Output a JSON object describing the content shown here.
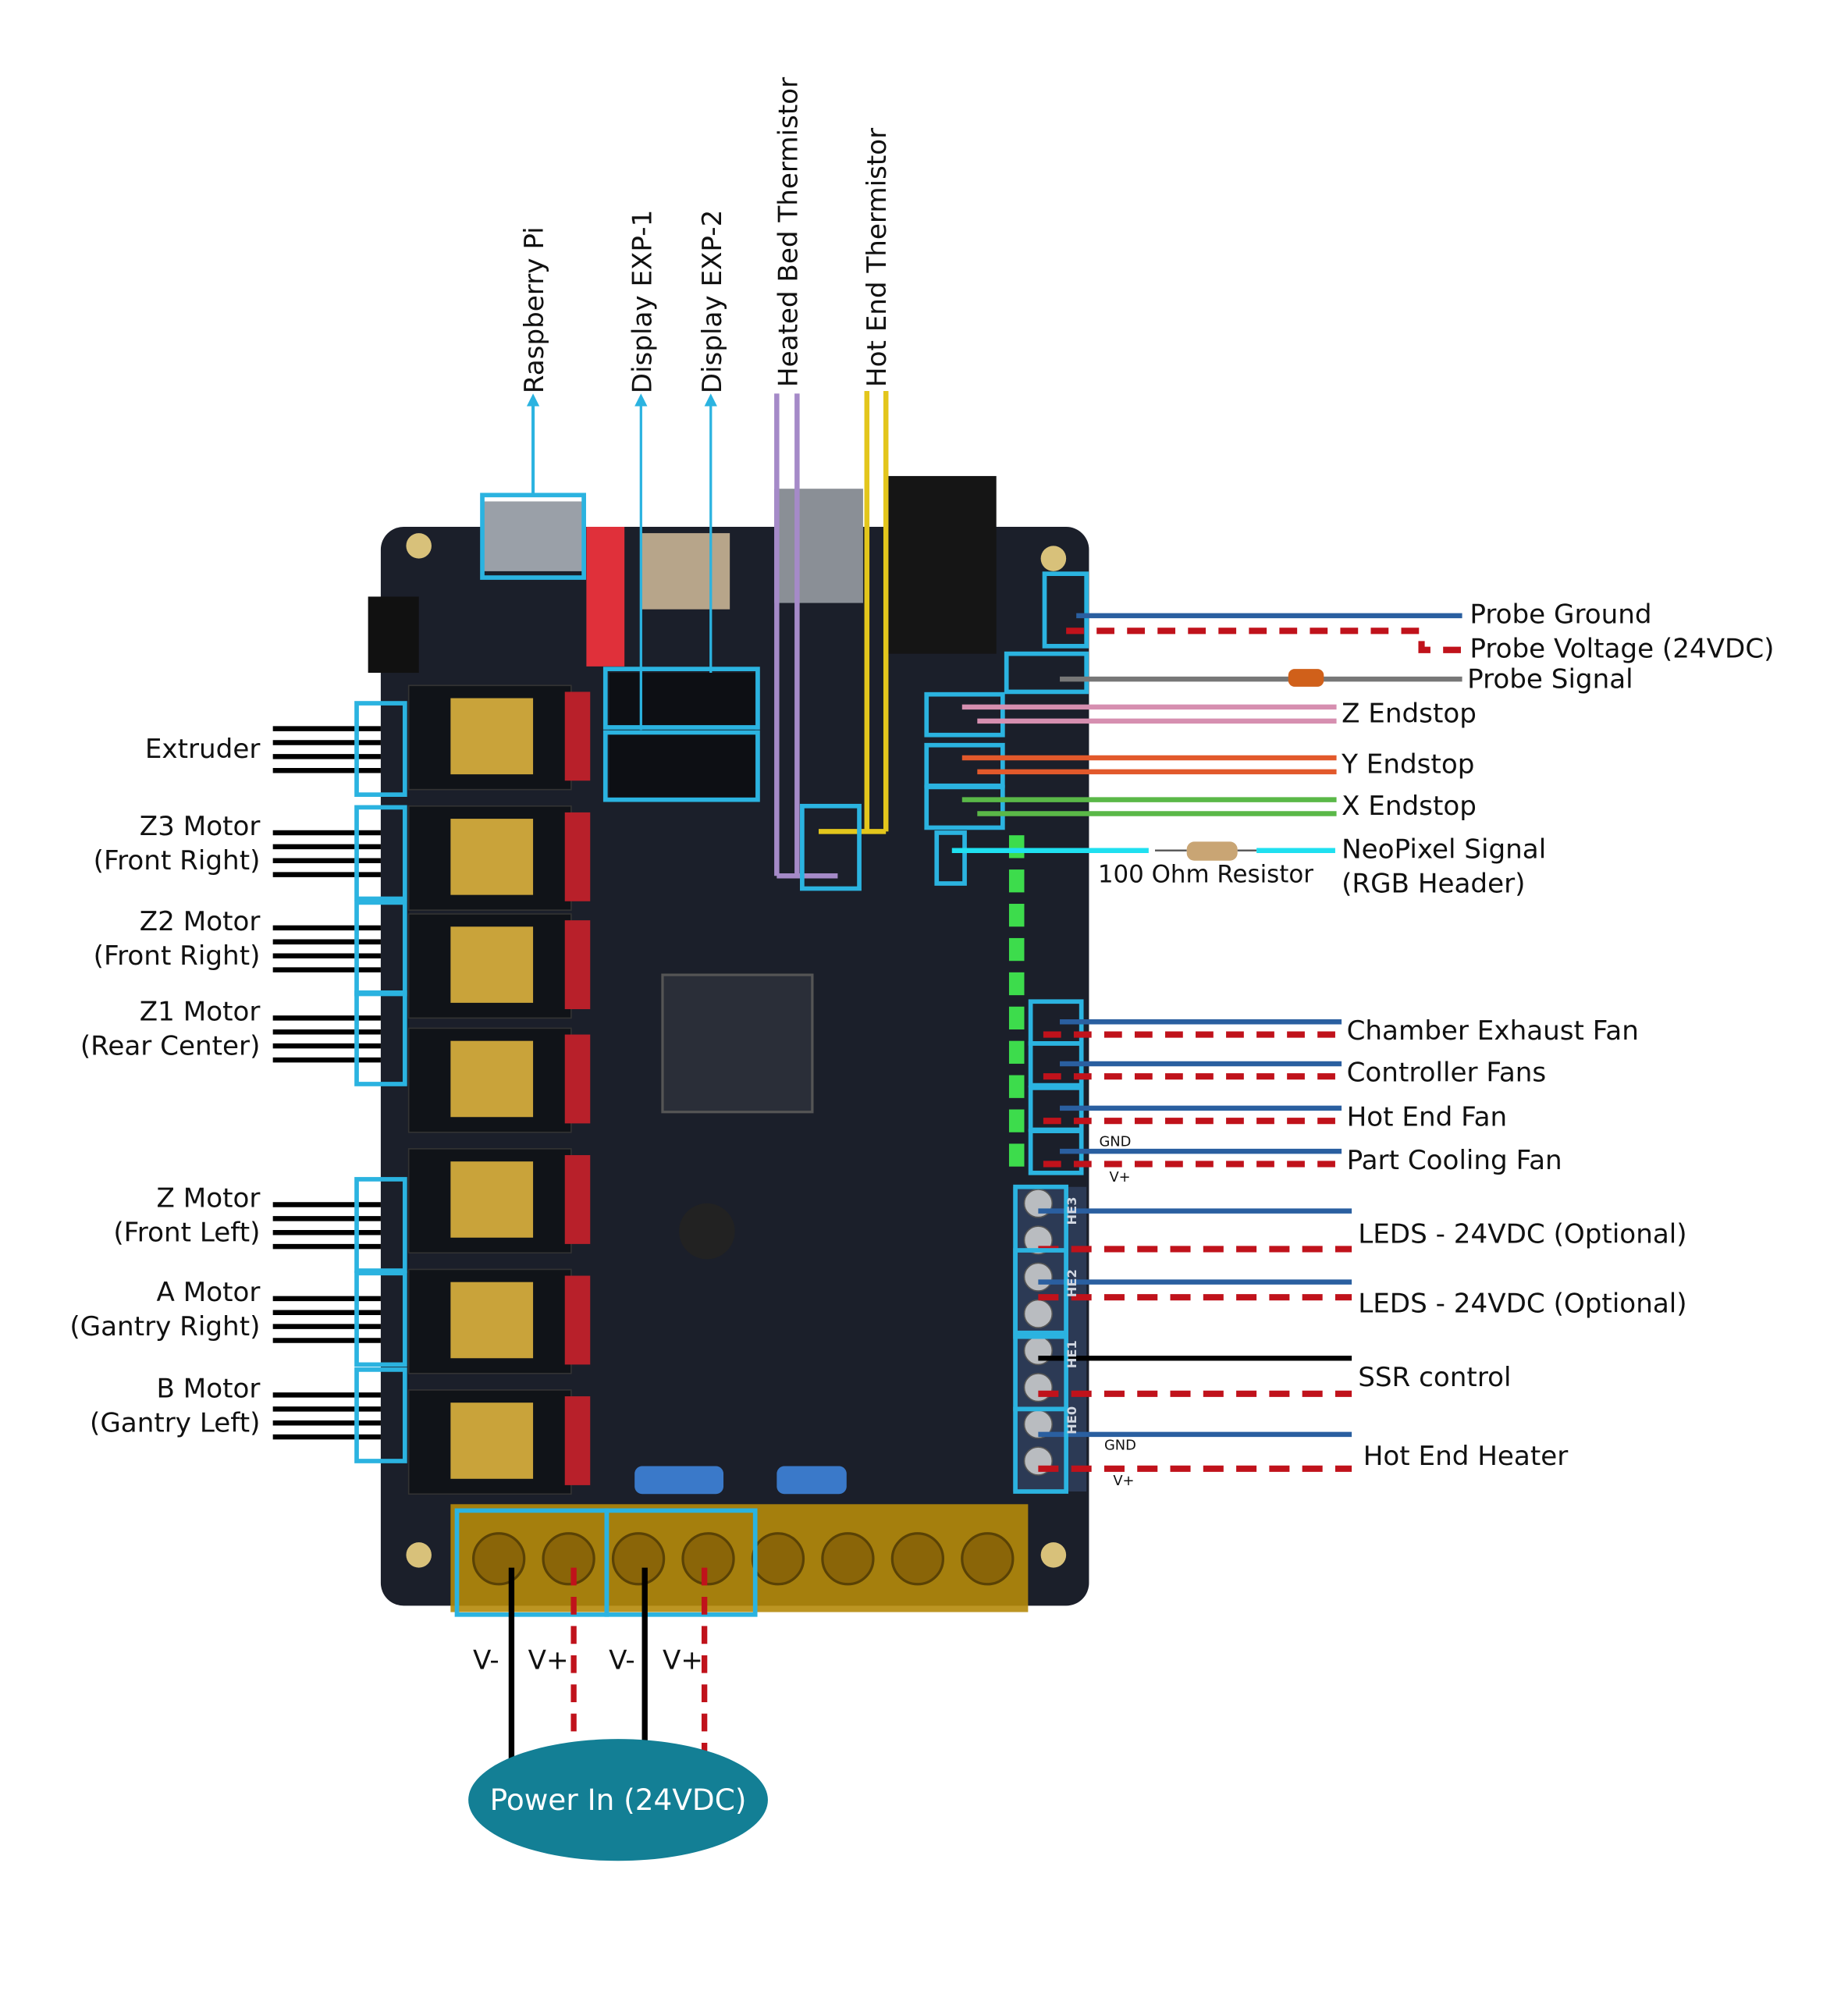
{
  "top_labels": [
    "Raspberry Pi",
    "Display EXP-1",
    "Display EXP-2",
    "Heated Bed Thermistor",
    "Hot End Thermistor"
  ],
  "left_labels": [
    {
      "line1": "Extruder",
      "line2": ""
    },
    {
      "line1": "Z3 Motor",
      "line2": "(Front Right)"
    },
    {
      "line1": "Z2 Motor",
      "line2": "(Front Right)"
    },
    {
      "line1": "Z1 Motor",
      "line2": "(Rear Center)"
    },
    {
      "line1": "Z Motor",
      "line2": "(Front Left)"
    },
    {
      "line1": "A Motor",
      "line2": "(Gantry Right)"
    },
    {
      "line1": "B Motor",
      "line2": "(Gantry Left)"
    }
  ],
  "right_labels": {
    "probe_ground": "Probe Ground",
    "probe_voltage": "Probe Voltage (24VDC)",
    "probe_signal": "Probe Signal",
    "z_endstop": "Z Endstop",
    "y_endstop": "Y Endstop",
    "x_endstop": "X Endstop",
    "neopixel_1": "NeoPixel Signal",
    "neopixel_2": "(RGB Header)",
    "resistor": "100 Ohm Resistor",
    "chamber_fan": "Chamber Exhaust Fan",
    "controller_fans": "Controller Fans",
    "hotend_fan": "Hot End Fan",
    "part_fan": "Part Cooling Fan",
    "fan_gnd": "GND",
    "fan_vplus": "V+",
    "leds_he3": "LEDS - 24VDC (Optional)",
    "leds_he2": "LEDS - 24VDC (Optional)",
    "ssr": "SSR control",
    "hotend_heater": "Hot End Heater",
    "heater_gnd": "GND",
    "heater_vplus": "V+"
  },
  "heater_ports": [
    "HE3",
    "HE2",
    "HE1",
    "HE0"
  ],
  "power": {
    "terminals": [
      "V-",
      "V+",
      "V-",
      "V+"
    ],
    "label": "Power In (24VDC)"
  },
  "colors": {
    "highlight_box": "#2bb3e0",
    "ground_wire": "#2a5fa0",
    "voltage_wire": "#c0121b",
    "motor_wire": "#000000",
    "z_endstop": "#d68fb0",
    "y_endstop": "#e2592b",
    "x_endstop": "#5ab848",
    "neopixel": "#1fe0f0",
    "bed_thermistor": "#a58ac8",
    "hotend_thermistor": "#e3c61c",
    "probe_signal": "#777777",
    "power_ellipse": "#137f95",
    "board": "#1b1f2a",
    "driver_heatsink": "#c9a33a"
  }
}
